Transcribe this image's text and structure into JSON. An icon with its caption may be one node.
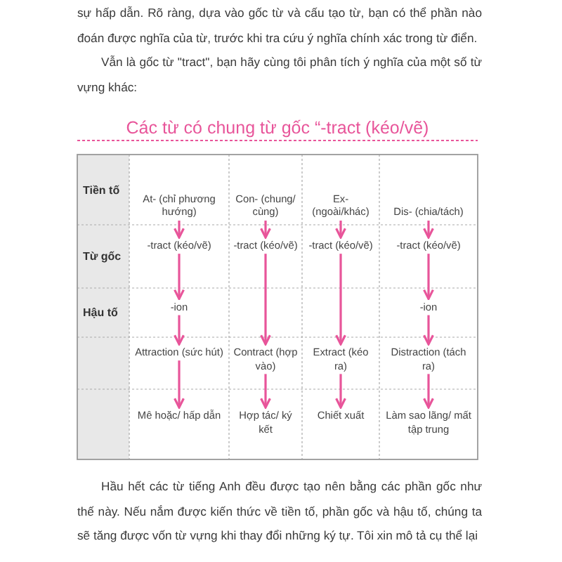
{
  "diagram": {
    "title": "Các từ có chung từ gốc “-tract (kéo/vẽ)",
    "nodes": [
      {
        "text": [
          "At- (chỉ phương hướng)"
        ]
      },
      {
        "text": [
          "Con- (chung/ cùng)"
        ]
      },
      {
        "text": [
          "Ex- (ngoài/khác)"
        ]
      },
      {
        "text": [
          "Dis- (chia/tách)"
        ]
      },
      {
        "text": [
          "-tract (kéo/vẽ)"
        ]
      },
      {
        "text": [
          "-tract (kéo/vẽ)"
        ]
      },
      {
        "text": [
          "-tract (kéo/vẽ)"
        ]
      },
      {
        "text": [
          "-tract (kéo/vẽ)"
        ]
      },
      {
        "text": [
          "-ion"
        ]
      },
      {
        "text": [
          "-ion"
        ]
      },
      {
        "text": [
          "Attraction (sức hút)"
        ]
      },
      {
        "text": [
          "Contract (hợp vào)"
        ]
      },
      {
        "text": [
          "Extract (kéo ra)"
        ]
      },
      {
        "text": [
          "Distraction (tách ra)"
        ]
      },
      {
        "text": [
          "Mê hoặc/ hấp dẫn"
        ]
      },
      {
        "text": [
          "Hợp tác/ ký kết"
        ]
      },
      {
        "text": [
          "Chiết xuất"
        ]
      },
      {
        "text": [
          "Làm sao lãng/ mất tập trung"
        ]
      }
    ],
    "edges": [
      {
        "from": 0,
        "to": 4,
        "arrow": "to"
      },
      {
        "from": 1,
        "to": 5,
        "arrow": "to"
      },
      {
        "from": 2,
        "to": 6,
        "arrow": "to"
      },
      {
        "from": 3,
        "to": 7,
        "arrow": "to"
      },
      {
        "from": 4,
        "to": 8,
        "arrow": "to"
      },
      {
        "from": 7,
        "to": 9,
        "arrow": "to"
      },
      {
        "from": 8,
        "to": 10,
        "arrow": "to"
      },
      {
        "from": 5,
        "to": 11,
        "arrow": "to"
      },
      {
        "from": 6,
        "to": 12,
        "arrow": "to"
      },
      {
        "from": 9,
        "to": 13,
        "arrow": "to"
      },
      {
        "from": 10,
        "to": 14,
        "arrow": "to"
      },
      {
        "from": 11,
        "to": 15,
        "arrow": "to"
      },
      {
        "from": 12,
        "to": 16,
        "arrow": "to"
      },
      {
        "from": 13,
        "to": 17,
        "arrow": "to"
      }
    ],
    "labels": [
      "sự hấp dẫn. Rõ ràng, dựa vào gốc từ và cấu tạo từ, bạn có thể phần nào đoán được nghĩa của từ, trước khi tra cứu ý nghĩa chính xác trong từ điển.",
      "Vẫn là gốc từ \"tract\", bạn hãy cùng tôi phân tích ý nghĩa của một số từ vựng khác:",
      "Tiền tố",
      "Từ gốc",
      "Hậu tố",
      "Hầu hết các từ tiếng Anh đều được tạo nên bằng các phần gốc như thế này. Nếu nắm được kiến thức về tiền tố, phần gốc và hậu tố, chúng ta sẽ tăng được vốn từ vựng khi thay đổi những ký tự. Tôi xin mô tả cụ thể lại"
    ]
  }
}
